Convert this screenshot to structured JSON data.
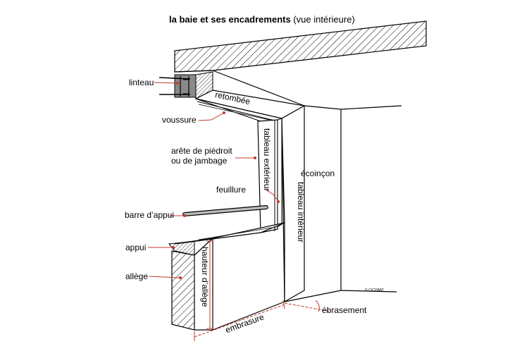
{
  "title": {
    "bold": "la baie et ses encadrements",
    "normal": "(vue intérieure)"
  },
  "labels": {
    "linteau": "linteau",
    "voussure": "voussure",
    "arete_line1": "arête de piédroit",
    "arete_line2": "ou de jambage",
    "feuillure": "feuillure",
    "barre_appui": "barre d’appui",
    "appui": "appui",
    "allege": "allège",
    "retombee": "retombée",
    "tableau_exterieur": "tableau extérieur",
    "tableau_interieur": "tableau intérieur",
    "ecoincon": "écoinçon",
    "hauteur_allege": "hauteur d’allège",
    "embrasure": "embrasure",
    "ebrasement": "ébrasement",
    "copyright": "© CICOBAT"
  },
  "colors": {
    "leader": "#c0392b",
    "line": "#000000",
    "hatch": "#000000"
  }
}
